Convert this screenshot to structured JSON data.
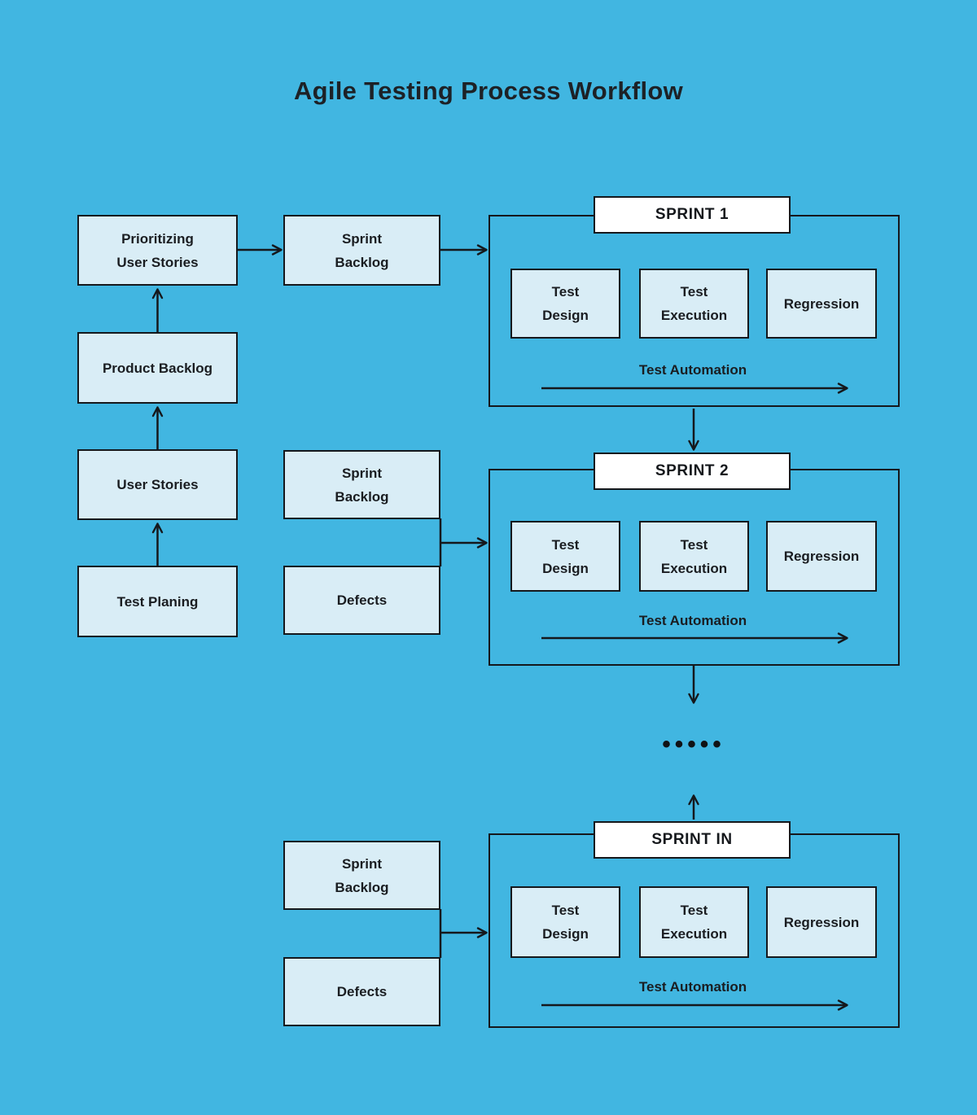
{
  "title": "Agile Testing Process Workflow",
  "colors": {
    "background": "#41b6e1",
    "box_fill": "#d9edf6",
    "box_border": "#15181c",
    "sprint_header_fill": "#ffffff",
    "text": "#1a1d21"
  },
  "planning_flow": {
    "prioritizing_user_stories": "Prioritizing\nUser Stories",
    "product_backlog": "Product Backlog",
    "user_stories": "User Stories",
    "test_planing": "Test Planing"
  },
  "backlog_column": {
    "sprint1_sprint_backlog": "Sprint\nBacklog",
    "sprint2_sprint_backlog": "Sprint\nBacklog",
    "sprint2_defects": "Defects",
    "sprint_in_sprint_backlog": "Sprint\nBacklog",
    "sprint_in_defects": "Defects"
  },
  "sprints": [
    {
      "name": "SPRINT 1",
      "stages": [
        "Test\nDesign",
        "Test\nExecution",
        "Regression"
      ],
      "automation": "Test Automation"
    },
    {
      "name": "SPRINT 2",
      "stages": [
        "Test\nDesign",
        "Test\nExecution",
        "Regression"
      ],
      "automation": "Test Automation"
    },
    {
      "name": "SPRINT IN",
      "stages": [
        "Test\nDesign",
        "Test\nExecution",
        "Regression"
      ],
      "automation": "Test Automation"
    }
  ],
  "ellipsis": "•••••"
}
